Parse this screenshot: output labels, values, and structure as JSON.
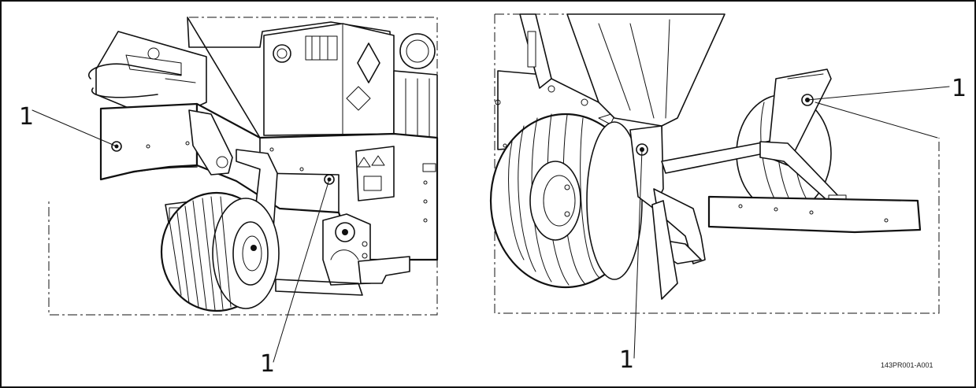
{
  "figure": {
    "left_view": {
      "callouts": [
        {
          "label": "1",
          "target": "fastener"
        },
        {
          "label": "1",
          "target": "fastener"
        }
      ]
    },
    "right_view": {
      "callouts": [
        {
          "label": "1",
          "target": "fastener"
        },
        {
          "label": "1",
          "target": "fastener"
        }
      ]
    },
    "drawing_code": "143PR001-A001"
  },
  "colors": {
    "ink": "#111111",
    "paper": "#ffffff"
  }
}
